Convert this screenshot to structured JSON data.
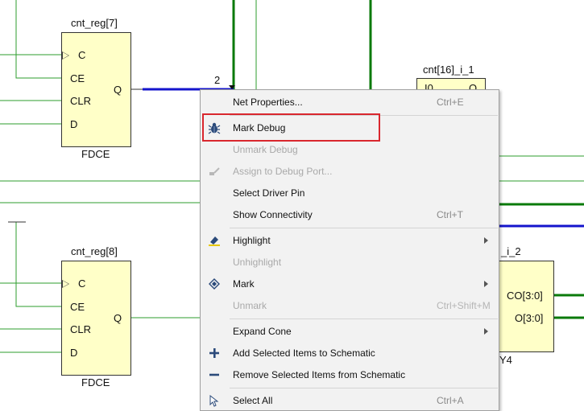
{
  "cells": {
    "reg7": {
      "name": "cnt_reg[7]",
      "type": "FDCE",
      "pins": [
        "C",
        "CE",
        "CLR",
        "D"
      ],
      "out": "Q"
    },
    "reg8": {
      "name": "cnt_reg[8]",
      "type": "FDCE",
      "pins": [
        "C",
        "CE",
        "CLR",
        "D"
      ],
      "out": "Q"
    },
    "lut16": {
      "name": "cnt[16]_i_1",
      "pin_in": "I0",
      "pin_out": "O"
    },
    "carry": {
      "name": "_i_2",
      "pins": [
        "CO[3:0]",
        "O[3:0]"
      ],
      "type_fragment": "Y4"
    }
  },
  "net_bus_width": "2",
  "colors": {
    "wire": "#2e9e2e",
    "wire_thick": "#0a7a0a",
    "bus": "#1414cc",
    "cell_fill": "#ffffc8",
    "highlight_box": "#d9272e",
    "menu_bg": "#f2f2f2"
  },
  "menu": {
    "items": [
      {
        "label": "Net Properties...",
        "shortcut": "Ctrl+E",
        "icon": "none",
        "enabled": true
      },
      {
        "label": "Mark Debug",
        "shortcut": "",
        "icon": "bug-icon",
        "enabled": true,
        "highlighted": true
      },
      {
        "label": "Unmark Debug",
        "shortcut": "",
        "icon": "none",
        "enabled": false
      },
      {
        "label": "Assign to Debug Port...",
        "shortcut": "",
        "icon": "probe-icon",
        "enabled": false
      },
      {
        "label": "Select Driver Pin",
        "shortcut": "",
        "icon": "none",
        "enabled": true
      },
      {
        "label": "Show Connectivity",
        "shortcut": "Ctrl+T",
        "icon": "none",
        "enabled": true
      },
      {
        "label": "Highlight",
        "shortcut": "",
        "icon": "highlighter-icon",
        "enabled": true,
        "submenu": true
      },
      {
        "label": "Unhighlight",
        "shortcut": "",
        "icon": "none",
        "enabled": false
      },
      {
        "label": "Mark",
        "shortcut": "",
        "icon": "mark-diamond-icon",
        "enabled": true,
        "submenu": true
      },
      {
        "label": "Unmark",
        "shortcut": "Ctrl+Shift+M",
        "icon": "none",
        "enabled": false
      },
      {
        "label": "Expand Cone",
        "shortcut": "",
        "icon": "none",
        "enabled": true,
        "submenu": true
      },
      {
        "label": "Add Selected Items to Schematic",
        "shortcut": "",
        "icon": "plus-icon",
        "enabled": true
      },
      {
        "label": "Remove Selected Items from Schematic",
        "shortcut": "",
        "icon": "minus-icon",
        "enabled": true
      },
      {
        "label": "Select All",
        "shortcut": "Ctrl+A",
        "icon": "select-all-icon",
        "enabled": true
      }
    ]
  }
}
